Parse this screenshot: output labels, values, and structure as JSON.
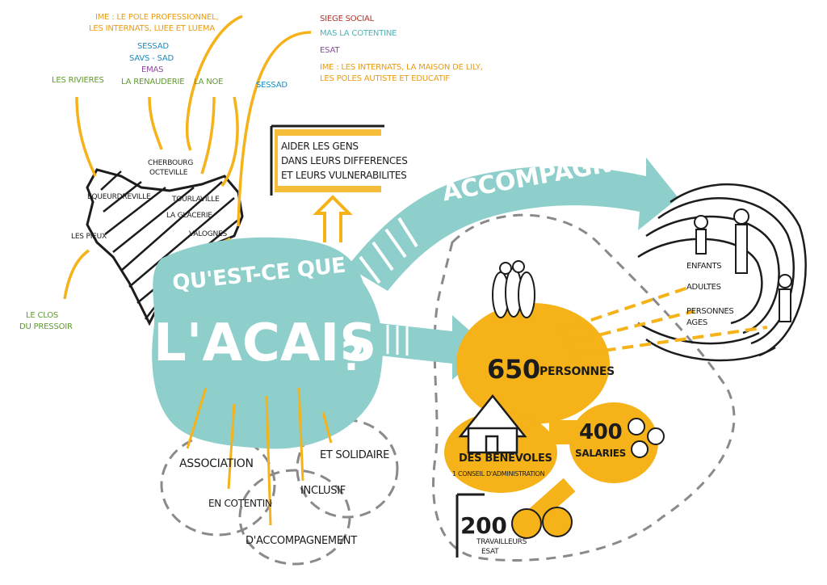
{
  "top_labels": {
    "ime_pole_pro": "IME : LE POLE PROFESSIONNEL,",
    "ime_pole_pro_2": "LES INTERNATS, LUEE ET LUEMA",
    "sessad_1": "SESSAD",
    "savs_sad": "SAVS - SAD",
    "emas": "EMAS",
    "la_renauderie": "LA RENAUDERIE",
    "la_noe": "LA NOE",
    "les_rivieres": "LES RIVIERES",
    "sessad_2": "SESSAD",
    "siege_social": "SIEGE SOCIAL",
    "mas_cotentine": "MAS LA COTENTINE",
    "esat": "ESAT",
    "ime_internats": "IME : LES INTERNATS, LA MAISON DE LILY,",
    "ime_internats_2": "LES POLES AUTISTE ET EDUCATIF",
    "le_clos": "LE CLOS",
    "du_pressoir": "DU PRESSOIR"
  },
  "map_places": {
    "cherbourg": "CHERBOURG",
    "octeville": "OCTEVILLE",
    "equeurdreville": "EQUEURDREVILLE",
    "tourlaville": "TOURLAVILLE",
    "la_glacerie": "LA GLACERIE",
    "les_pieux": "LES PIEUX",
    "valognes": "VALOGNES"
  },
  "mission": {
    "line1": "AIDER LES GENS",
    "line2": "DANS LEURS DIFFERENCES",
    "line3": "ET LEURS VULNERABILITES"
  },
  "arrow_label": "ACCOMPAGNER",
  "center": {
    "line1": "QU'EST-CE QUE",
    "line2": "L'ACAIS",
    "qmark": "?"
  },
  "values": {
    "association": "ASSOCIATION",
    "en_cotentin": "EN COTENTIN",
    "accompagnement": "D'ACCOMPAGNEMENT",
    "inclusif": "INCLUSIF",
    "et_solidaire": "ET SOLIDAIRE"
  },
  "people": {
    "count": "650",
    "label": "PERSONNES",
    "enfants": "ENFANTS",
    "adultes": "ADULTES",
    "personnes": "PERSONNES",
    "ages": "AGES"
  },
  "org": {
    "benevoles": "DES BENEVOLES",
    "conseil": "1 CONSEIL D'ADMINISTRATION",
    "salaries_count": "400",
    "salaries_label": "SALARIES",
    "esat_count": "200",
    "esat_label1": "TRAVAILLEURS",
    "esat_label2": "ESAT"
  },
  "colors": {
    "teal": "#8ecfcb",
    "orange": "#f5b219",
    "ink": "#1c1c1c"
  }
}
